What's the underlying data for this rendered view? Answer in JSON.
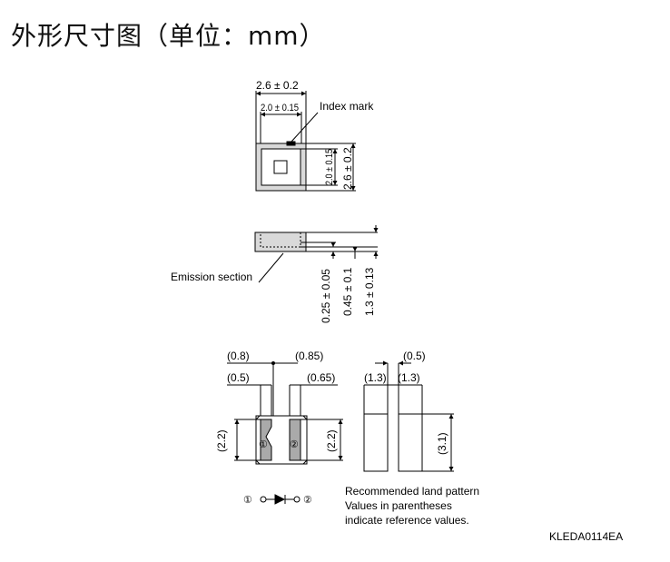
{
  "title": "外形尺寸图（单位：mm）",
  "top_view": {
    "width_outer": "2.6 ± 0.2",
    "width_inner": "2.0 ± 0.15",
    "index_mark": "Index mark",
    "height_inner": "2.0 ± 0.15",
    "height_outer": "2.6 ± 0.2"
  },
  "side_view": {
    "emission_section": "Emission section",
    "dim_1": "0.25 ± 0.05",
    "dim_2": "0.45 ± 0.1",
    "dim_3": "1.3 ± 0.13"
  },
  "bottom_view": {
    "dim_08": "(0.8)",
    "dim_085": "(0.85)",
    "dim_05": "(0.5)",
    "dim_065": "(0.65)",
    "dim_22_left": "(2.2)",
    "dim_22_right": "(2.2)",
    "pad_1": "①",
    "pad_2": "②"
  },
  "land_pattern": {
    "dim_05": "(0.5)",
    "dim_13_left": "(1.3)",
    "dim_13_right": "(1.3)",
    "dim_31": "(3.1)"
  },
  "symbol": {
    "pin_1": "①",
    "pin_2": "②"
  },
  "notes": [
    "Recommended land pattern",
    "Values in parentheses",
    "indicate reference values."
  ],
  "code": "KLEDA0114EA"
}
